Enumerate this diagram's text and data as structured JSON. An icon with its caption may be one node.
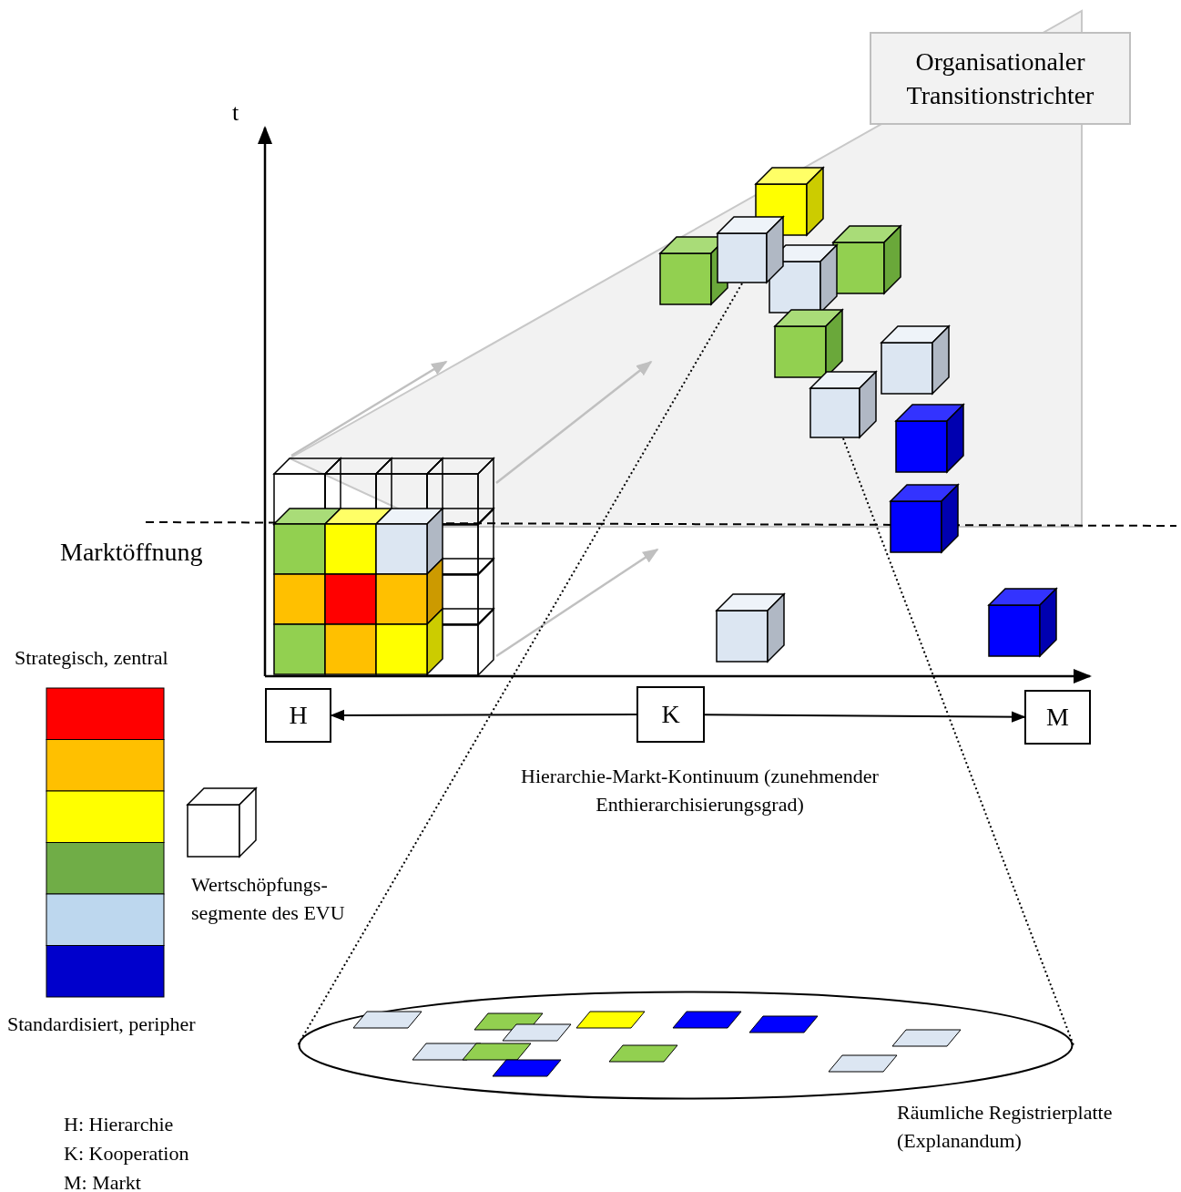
{
  "diagram": {
    "nodes": [
      {
        "text": [
          "Organisationaler Transitionstrichter"
        ]
      },
      {
        "text": [
          "H"
        ]
      },
      {
        "text": [
          "K"
        ]
      },
      {
        "text": [
          "M"
        ]
      },
      {
        "text": [],
        "shape": "ellipse",
        "beside": [
          "Räumliche Registrierplatte (Explanandum)"
        ]
      },
      {
        "text": [],
        "shape": "cube"
      },
      {
        "text": [],
        "shape": "cube"
      }
    ],
    "edges": [
      {
        "from": 2,
        "to": 1,
        "arrow": "to"
      },
      {
        "from": 2,
        "to": 3,
        "arrow": "to"
      },
      {
        "from": 5,
        "to": 4,
        "arrow": "none",
        "style": "dashed"
      },
      {
        "from": 6,
        "to": 4,
        "arrow": "none",
        "style": "dashed"
      }
    ],
    "labels": [
      "t",
      "Marktöffnung",
      "Strategisch, zentral",
      "Wertschöpfungs- segmente des EVU",
      "Hierarchie-Markt-Kontinuum (zunehmender Enthierarchisierungsgrad)",
      "Standardisiert, peripher",
      "H: Hierarchie",
      "K: Kooperation",
      "M: Markt"
    ]
  }
}
